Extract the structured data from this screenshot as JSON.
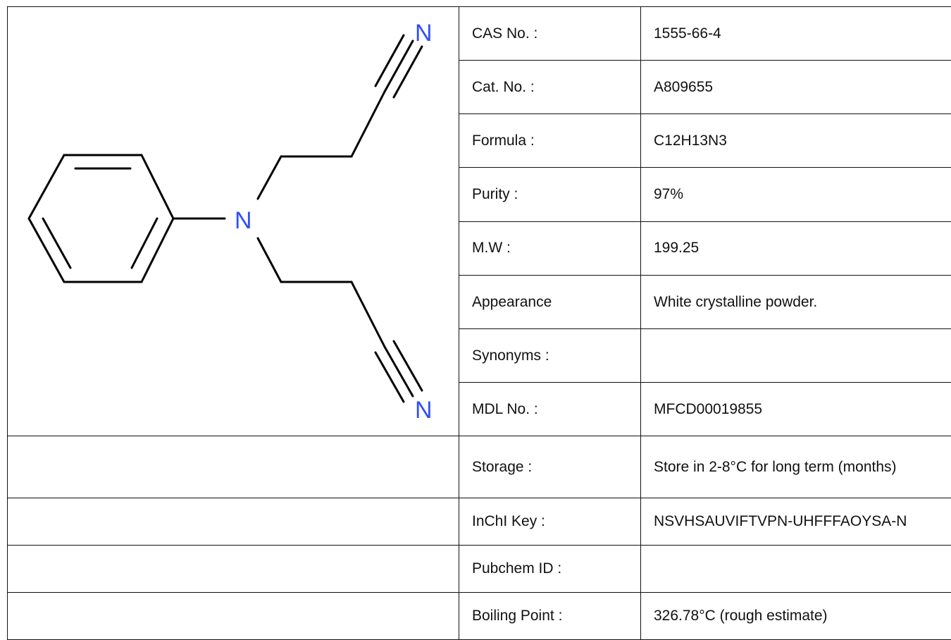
{
  "structure": {
    "atom_labels": {
      "top_nitrile": "N",
      "amine": "N",
      "bottom_nitrile": "N"
    },
    "colors": {
      "bond": "#000000",
      "nitrogen": "#3050f8"
    }
  },
  "rows": [
    {
      "label": "CAS No. :",
      "value": "1555-66-4"
    },
    {
      "label": "Cat. No. :",
      "value": "A809655"
    },
    {
      "label": "Formula :",
      "value": "C12H13N3"
    },
    {
      "label": "Purity :",
      "value": "97%"
    },
    {
      "label": "M.W :",
      "value": "199.25"
    },
    {
      "label": "Appearance",
      "value": "White crystalline powder."
    },
    {
      "label": "Synonyms :",
      "value": ""
    },
    {
      "label": "MDL No. :",
      "value": "MFCD00019855"
    },
    {
      "label": "Storage :",
      "value": "Store in 2-8°C for long term (months)"
    },
    {
      "label": "InChI Key :",
      "value": "NSVHSAUVIFTVPN-UHFFFAOYSA-N"
    },
    {
      "label": "Pubchem ID :",
      "value": ""
    },
    {
      "label": "Boiling Point :",
      "value": "326.78°C (rough estimate)"
    }
  ]
}
